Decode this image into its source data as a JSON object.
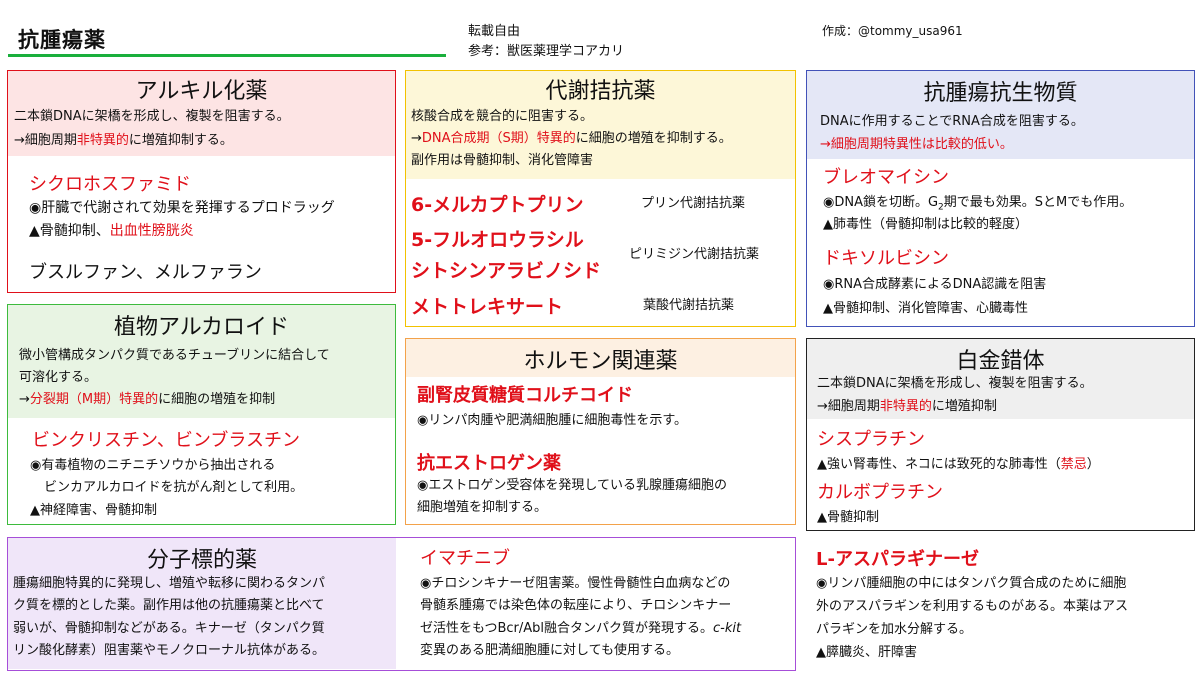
{
  "header": {
    "title": "抗腫瘍薬",
    "free": "転載自由",
    "ref": "参考：獣医薬理学コアカリ",
    "author": "作成：@tommy_usa961"
  },
  "alkyl": {
    "title": "アルキル化薬",
    "desc1": "二本鎖DNAに架橋を形成し、複製を阻害する。",
    "desc2a": "→細胞周期",
    "desc2b": "非特異的",
    "desc2c": "に増殖抑制する。",
    "drug1": "シクロホスファミド",
    "d1l1": "◉肝臓で代謝されて効果を発揮するプロドラッグ",
    "d1l2a": "▲骨髄抑制、",
    "d1l2b": "出血性膀胱炎",
    "drug2": "ブスルファン、メルファラン"
  },
  "plant": {
    "title": "植物アルカロイド",
    "desc1": "微小管構成タンパク質であるチューブリンに結合して",
    "desc2": "可溶化する。",
    "desc3a": "→",
    "desc3b": "分裂期（M期）特異的",
    "desc3c": "に細胞の増殖を抑制",
    "drug1": "ビンクリスチン、ビンブラスチン",
    "l1": "◉有毒植物のニチニチソウから抽出される",
    "l2": "ビンカアルカロイドを抗がん剤として利用。",
    "l3": "▲神経障害、骨髄抑制"
  },
  "antimetab": {
    "title": "代謝拮抗薬",
    "desc1": "核酸合成を競合的に阻害する。",
    "desc2a": "→",
    "desc2b": "DNA合成期（S期）特異的",
    "desc2c": "に細胞の増殖を抑制する。",
    "desc3": "副作用は骨髄抑制、消化管障害",
    "drug1": "6-メルカプトプリン",
    "drug1note": "プリン代謝拮抗薬",
    "drug2": "5-フルオロウラシル",
    "drug3": "シトシンアラビノシド",
    "drug23note": "ピリミジン代謝拮抗薬",
    "drug4": "メトトレキサート",
    "drug4note": "葉酸代謝拮抗薬"
  },
  "hormone": {
    "title": "ホルモン関連薬",
    "drug1": "副腎皮質糖質コルチコイド",
    "d1l1": "◉リンパ肉腫や肥満細胞腫に細胞毒性を示す。",
    "drug2": "抗エストロゲン薬",
    "d2l1": "◉エストロゲン受容体を発現している乳腺腫瘍細胞の",
    "d2l2": "細胞増殖を抑制する。"
  },
  "antibiotic": {
    "title": "抗腫瘍抗生物質",
    "desc1": "DNAに作用することでRNA合成を阻害する。",
    "desc2": "→細胞周期特異性は比較的低い。",
    "drug1": "ブレオマイシン",
    "d1l1a": "◉DNA鎖を切断。G",
    "d1l1sub": "2",
    "d1l1b": "期で最も効果。SとMでも作用。",
    "d1l2": "▲肺毒性（骨髄抑制は比較的軽度）",
    "drug2": "ドキソルビシン",
    "d2l1": "◉RNA合成酵素によるDNA認識を阻害",
    "d2l2": "▲骨髄抑制、消化管障害、心臓毒性"
  },
  "platinum": {
    "title": "白金錯体",
    "desc1": "二本鎖DNAに架橋を形成し、複製を阻害する。",
    "desc2a": "→細胞周期",
    "desc2b": "非特異的",
    "desc2c": "に増殖抑制",
    "drug1": "シスプラチン",
    "d1l1a": "▲強い腎毒性、ネコには致死的な肺毒性（",
    "d1l1b": "禁忌",
    "d1l1c": "）",
    "drug2": "カルボプラチン",
    "d2l1": "▲骨髄抑制"
  },
  "molecular": {
    "title": "分子標的薬",
    "l1": "腫瘍細胞特異的に発現し、増殖や転移に関わるタンパ",
    "l2": "ク質を標的とした薬。副作用は他の抗腫瘍薬と比べて",
    "l3": "弱いが、骨髄抑制などがある。キナーゼ（タンパク質",
    "l4": "リン酸化酵素）阻害薬やモノクローナル抗体がある。",
    "drug": "イマチニブ",
    "dl1": "◉チロシンキナーゼ阻害薬。慢性骨髄性白血病などの",
    "dl2": "骨髄系腫瘍では染色体の転座により、チロシンキナー",
    "dl3": "ゼ活性をもつBcr/Abl融合タンパク質が発現する。",
    "dl3i": "c-kit",
    "dl4": "変異のある肥満細胞腫に対しても使用する。"
  },
  "asparaginase": {
    "drug": "L-アスパラギナーゼ",
    "l1": "◉リンパ腫細胞の中にはタンパク質合成のために細胞",
    "l2": "外のアスパラギンを利用するものがある。本薬はアス",
    "l3": "パラギンを加水分解する。",
    "l4": "▲膵臓炎、肝障害"
  },
  "colors": {
    "red": "#e0101a",
    "alkyl_border": "#e0101a",
    "alkyl_head": "#fde4e4",
    "plant_border": "#3dbb3d",
    "plant_head": "#e8f4e3",
    "antimetab_border": "#f2c200",
    "antimetab_head": "#fdf7d8",
    "hormone_border": "#f3a24a",
    "hormone_head": "#fdf0e2",
    "antibiotic_border": "#4252b8",
    "antibiotic_head": "#e4e7f6",
    "platinum_border": "#222222",
    "platinum_head": "#efefef",
    "molecular_border": "#a64ed8",
    "molecular_head": "#f0e6f9",
    "title_underline": "#1aaf3c"
  }
}
